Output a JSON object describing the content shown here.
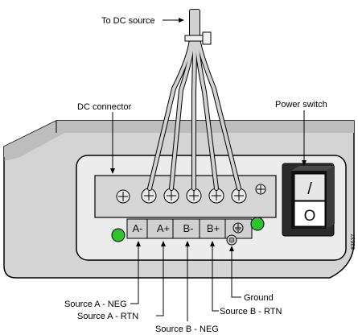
{
  "labels": {
    "dc_source": "To DC source",
    "dc_connector": "DC connector",
    "power_switch": "Power switch",
    "source_a_neg": "Source A - NEG",
    "source_a_rtn": "Source A - RTN",
    "source_b_neg": "Source B - NEG",
    "source_b_rtn": "Source B - RTN",
    "ground": "Ground"
  },
  "terminals": [
    "A-",
    "A+",
    "B-",
    "B+"
  ],
  "switch": {
    "on_symbol": "/",
    "off_symbol": "O"
  },
  "figure_number": "83637",
  "colors": {
    "led": "#2fc42f",
    "panel": "#e6e6e6",
    "body": "#cfcfcf",
    "wire": "#c9c9c9"
  }
}
